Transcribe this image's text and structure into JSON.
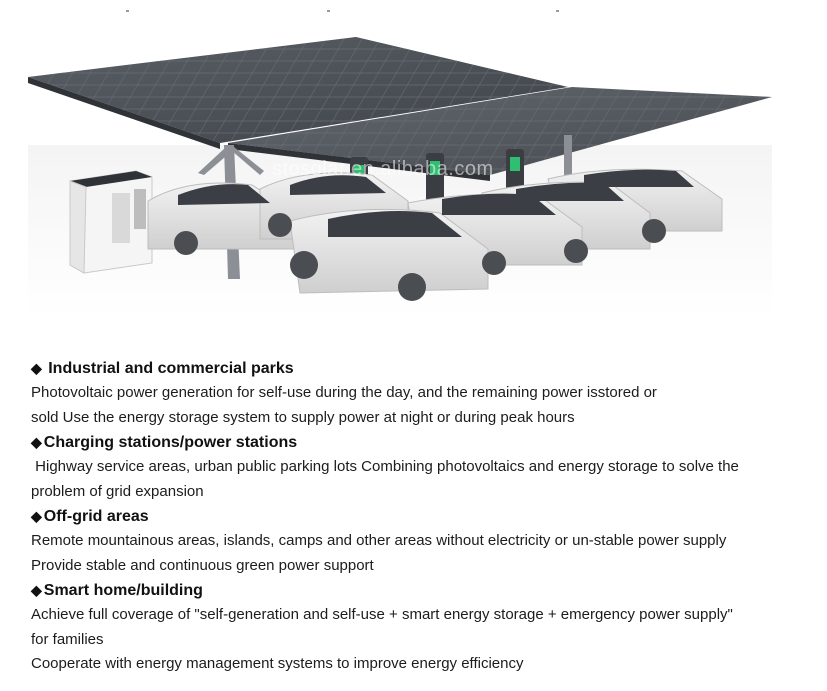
{
  "image": {
    "description_icon": "solar-carport-ev-charging-icon",
    "watermark": "stosolar.en.alibaba.com",
    "colors": {
      "panel": "#4b5057",
      "panel_dark": "#3a3e44",
      "car_body": "#e3e3e3",
      "cabinet": "#f2f2f2",
      "charger_accent": "#2fbf71"
    }
  },
  "sections": [
    {
      "diamond": "◆",
      "heading": "Industrial and commercial parks",
      "lines": [
        "Photovoltaic power generation for self-use during the day, and the remaining power isstored or",
        "sold Use the energy storage system to supply power at night or during peak hours"
      ]
    },
    {
      "diamond": "◆",
      "heading": "Charging stations/power stations",
      "lines": [
        " Highway service areas, urban public parking lots Combining photovoltaics and energy storage to solve the",
        "problem of grid expansion"
      ]
    },
    {
      "diamond": "◆",
      "heading": "Off-grid areas",
      "lines": [
        "Remote mountainous areas, islands, camps and other areas without electricity or un-stable power supply",
        "Provide stable and continuous green power support"
      ]
    },
    {
      "diamond": "◆",
      "heading": "Smart home/building",
      "lines": [
        "Achieve full coverage of \"self-generation and self-use + smart energy storage + emergency power supply\"",
        "for families",
        "Cooperate with energy management systems to improve energy efficiency"
      ]
    }
  ]
}
